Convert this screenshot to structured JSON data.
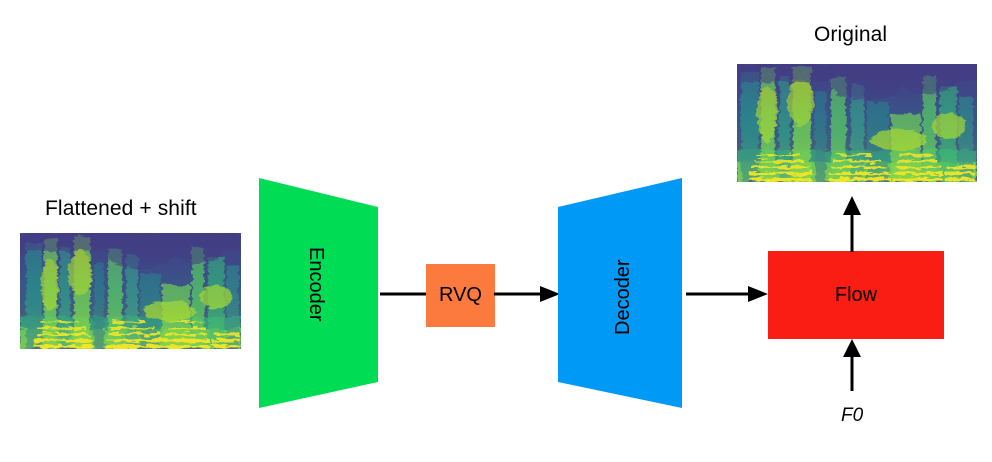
{
  "diagram": {
    "title_left": "Flattened + shift",
    "title_right": "Original",
    "blocks": {
      "encoder": {
        "label": "Encoder",
        "color": "#00dd55"
      },
      "rvq": {
        "label": "RVQ",
        "color": "#fd7a3e"
      },
      "decoder": {
        "label": "Decoder",
        "color": "#0099f5"
      },
      "flow": {
        "label": "Flow",
        "color": "#f91d14"
      }
    },
    "inputs": {
      "f0_label": "F0"
    },
    "spectrograms": {
      "left": {
        "name": "flattened-shift-spectrogram",
        "caption": "Flattened + shift"
      },
      "right": {
        "name": "original-spectrogram",
        "caption": "Original"
      }
    },
    "connectors": {
      "encoder_to_rvq": "line",
      "rvq_to_decoder": "arrow",
      "decoder_to_flow": "arrow",
      "flow_to_original": "arrow",
      "f0_to_flow": "arrow"
    },
    "colors": {
      "background": "#ffffff",
      "stroke": "#000000",
      "green": "#00dd55",
      "orange": "#fd7a3e",
      "blue": "#0099f5",
      "red": "#f91d14"
    }
  }
}
